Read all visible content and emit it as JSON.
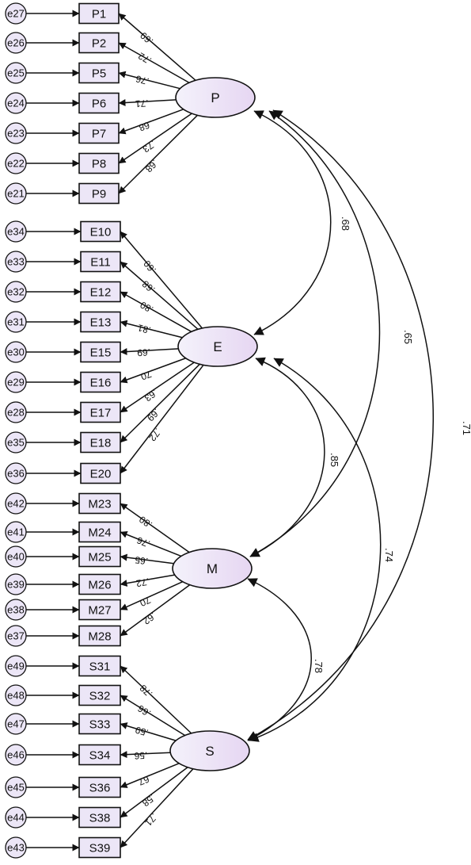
{
  "factors": [
    {
      "key": "P",
      "label": "P"
    },
    {
      "key": "E",
      "label": "E"
    },
    {
      "key": "M",
      "label": "M"
    },
    {
      "key": "S",
      "label": "S"
    }
  ],
  "indicators": [
    {
      "factor": "P",
      "label": "P1",
      "error": "e27",
      "loading": ".69"
    },
    {
      "factor": "P",
      "label": "P2",
      "error": "e26",
      "loading": ".72"
    },
    {
      "factor": "P",
      "label": "P5",
      "error": "e25",
      "loading": ".76"
    },
    {
      "factor": "P",
      "label": "P6",
      "error": "e24",
      "loading": ".71"
    },
    {
      "factor": "P",
      "label": "P7",
      "error": "e23",
      "loading": ".68"
    },
    {
      "factor": "P",
      "label": "P8",
      "error": "e22",
      "loading": ".73"
    },
    {
      "factor": "P",
      "label": "P9",
      "error": "e21",
      "loading": ".68"
    },
    {
      "factor": "E",
      "label": "E10",
      "error": "e34",
      "loading": ".60"
    },
    {
      "factor": "E",
      "label": "E11",
      "error": "e33",
      "loading": ".68"
    },
    {
      "factor": "E",
      "label": "E12",
      "error": "e32",
      "loading": ".80"
    },
    {
      "factor": "E",
      "label": "E13",
      "error": "e31",
      "loading": ".81"
    },
    {
      "factor": "E",
      "label": "E15",
      "error": "e30",
      "loading": ".69"
    },
    {
      "factor": "E",
      "label": "E16",
      "error": "e29",
      "loading": ".70"
    },
    {
      "factor": "E",
      "label": "E17",
      "error": "e28",
      "loading": ".63"
    },
    {
      "factor": "E",
      "label": "E18",
      "error": "e35",
      "loading": ".69"
    },
    {
      "factor": "E",
      "label": "E20",
      "error": "e36",
      "loading": ".72"
    },
    {
      "factor": "M",
      "label": "M23",
      "error": "e42",
      "loading": ".80"
    },
    {
      "factor": "M",
      "label": "M24",
      "error": "e41",
      "loading": ".76"
    },
    {
      "factor": "M",
      "label": "M25",
      "error": "e40",
      "loading": ".65"
    },
    {
      "factor": "M",
      "label": "M26",
      "error": "e39",
      "loading": ".72"
    },
    {
      "factor": "M",
      "label": "M27",
      "error": "e38",
      "loading": ".70"
    },
    {
      "factor": "M",
      "label": "M28",
      "error": "e37",
      "loading": ".62"
    },
    {
      "factor": "S",
      "label": "S31",
      "error": "e49",
      "loading": ".78"
    },
    {
      "factor": "S",
      "label": "S32",
      "error": "e48",
      "loading": ".66"
    },
    {
      "factor": "S",
      "label": "S33",
      "error": "e47",
      "loading": ".59"
    },
    {
      "factor": "S",
      "label": "S34",
      "error": "e46",
      "loading": ".56"
    },
    {
      "factor": "S",
      "label": "S36",
      "error": "e45",
      "loading": ".67"
    },
    {
      "factor": "S",
      "label": "S38",
      "error": "e44",
      "loading": ".58"
    },
    {
      "factor": "S",
      "label": "S39",
      "error": "e43",
      "loading": ".71"
    }
  ],
  "correlations": [
    {
      "from": "P",
      "to": "E",
      "value": ".68"
    },
    {
      "from": "P",
      "to": "M",
      "value": ".65"
    },
    {
      "from": "P",
      "to": "S",
      "value": ".71"
    },
    {
      "from": "E",
      "to": "M",
      "value": ".85"
    },
    {
      "from": "E",
      "to": "S",
      "value": ".74"
    },
    {
      "from": "M",
      "to": "S",
      "value": ".78"
    }
  ]
}
